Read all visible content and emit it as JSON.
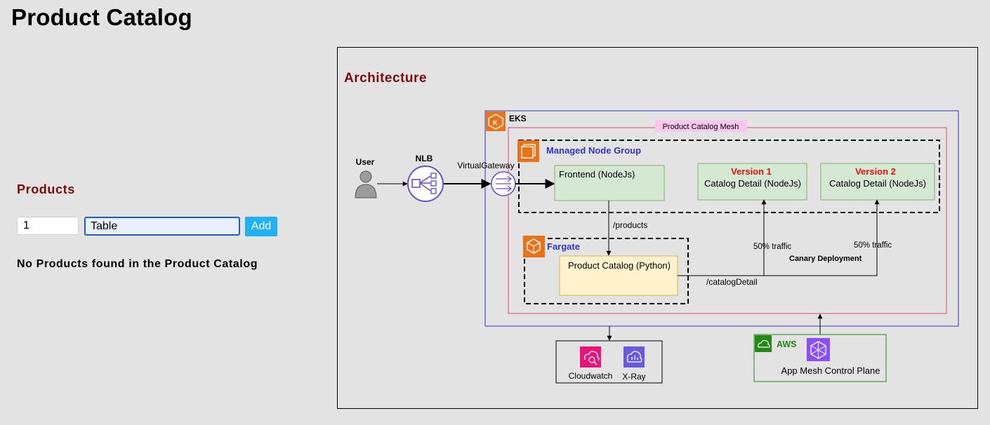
{
  "page": {
    "title": "Product Catalog"
  },
  "products": {
    "heading": "Products",
    "quantity_value": "1",
    "name_value": "Table",
    "add_label": "Add",
    "empty_message": "No Products found in the Product Catalog"
  },
  "architecture": {
    "heading": "Architecture",
    "labels": {
      "eks": "EKS",
      "mesh": "Product Catalog Mesh",
      "managed_node_group": "Managed Node Group",
      "user": "User",
      "nlb": "NLB",
      "virtual_gateway": "VirtualGateway",
      "frontend": "Frontend (NodeJs)",
      "version1_title": "Version 1",
      "version1_service": "Catalog Detail (NodeJs)",
      "version2_title": "Version 2",
      "version2_service": "Catalog Detail (NodeJs)",
      "products_path": "/products",
      "fargate": "Fargate",
      "product_catalog_service": "Product Catalog (Python)",
      "traffic_v1": "50% traffic",
      "traffic_v2": "50% traffic",
      "canary": "Canary Deployment",
      "catalog_detail_path": "/catalogDetail",
      "cloudwatch": "Cloudwatch",
      "xray": "X-Ray",
      "aws": "AWS",
      "app_mesh": "App Mesh Control Plane"
    }
  },
  "colors": {
    "heading_red": "#7a0c0c",
    "add_button": "#1fb1f0",
    "eks_border": "#3333cc",
    "mesh_border": "#e0457b",
    "node_group_label": "#3333cc",
    "aws_orange": "#e8731a",
    "service_green": "#d4e8d4",
    "service_yellow": "#fff2cc",
    "version_red": "#e01010",
    "aws_green": "#248814",
    "cloudwatch_pink": "#e7157b",
    "xray_purple": "#6a5ae0",
    "appmesh_purple": "#8c4fff"
  }
}
